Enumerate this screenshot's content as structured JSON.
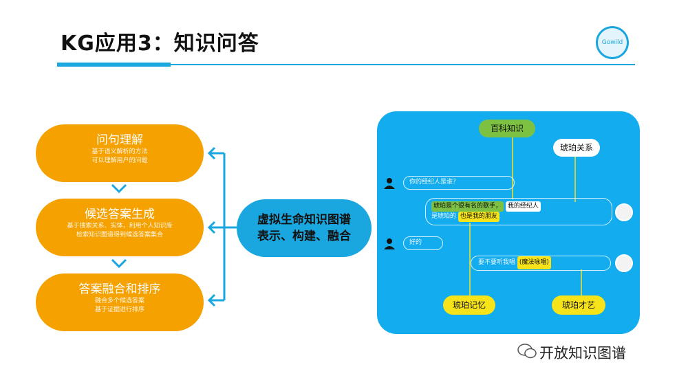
{
  "header": {
    "title": "KG应用3：知识问答",
    "logo_text": "Gowild"
  },
  "steps": [
    {
      "title": "问句理解",
      "lines": [
        "基于语义解析的方法",
        "可以理解用户的问题"
      ]
    },
    {
      "title": "候选答案生成",
      "lines": [
        "基于搜索关系、实体，利用个人知识库",
        "检索知识图谱得到候选答案集合"
      ]
    },
    {
      "title": "答案融合和排序",
      "lines": [
        "融合多个候选答案",
        "基于证据进行排序"
      ]
    }
  ],
  "center": {
    "line1": "虚拟生命知识图谱",
    "line2": "表示、构建、融合"
  },
  "panel": {
    "tag_top": "百科知识",
    "tag_relation": "琥珀关系",
    "tag_memory": "琥珀记忆",
    "tag_skill": "琥珀才艺",
    "q1": "你的经纪人是谁？",
    "a1_part1": "琥珀是个很有名的歌手，",
    "a1_part2": "我的经纪人",
    "a1_part3": "是琥珀的",
    "a1_part4": "也是我的朋友",
    "q2": "好的",
    "a2_part1": "要不要听我唱",
    "a2_part2": "(魔法咏唱)"
  },
  "watermark": "开放知识图谱",
  "colors": {
    "accent": "#1aa7df",
    "orange": "#f5a100",
    "green": "#7cc142",
    "yellow": "#f6e31a"
  }
}
